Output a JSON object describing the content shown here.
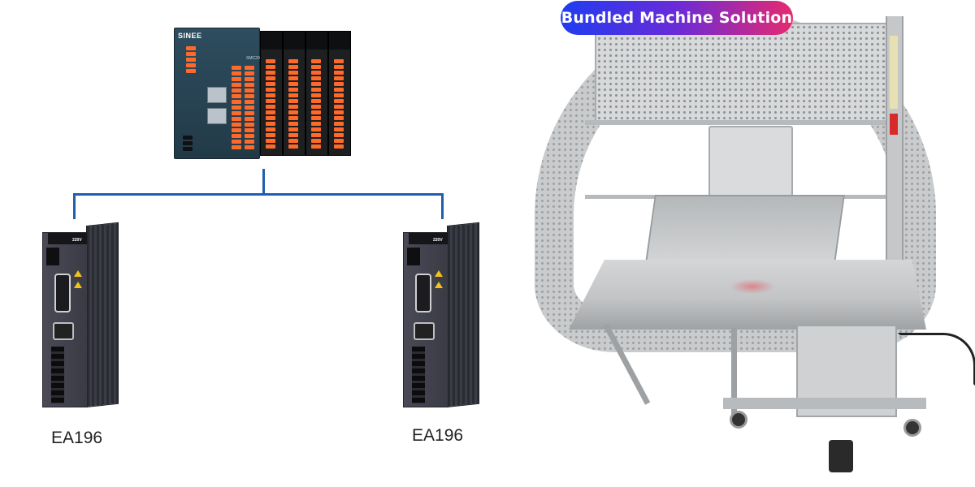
{
  "badge": {
    "title": "Bundled Machine Solution"
  },
  "plc": {
    "brand": "SINEE",
    "model": "SMC200"
  },
  "drives": [
    {
      "label": "EA196",
      "voltage": "220V"
    },
    {
      "label": "EA196",
      "voltage": "220V"
    }
  ],
  "colors": {
    "wire": "#1f5fb0",
    "badge_start": "#1f3df0",
    "badge_end": "#e62a6f"
  }
}
